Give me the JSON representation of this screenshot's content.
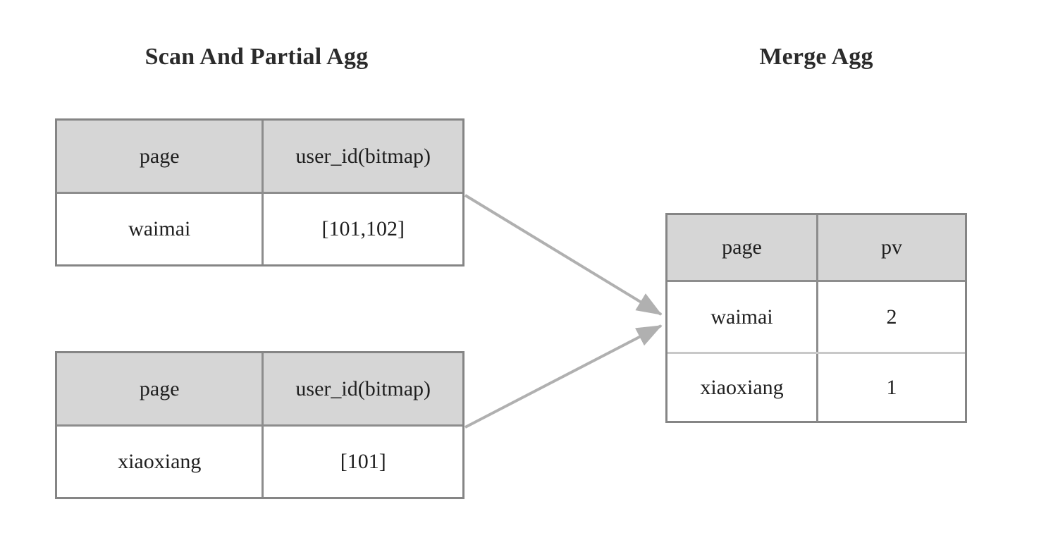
{
  "figure": {
    "background_color": "#ffffff",
    "border_color": "#858585",
    "header_fill": "#d6d6d6",
    "arrow_color": "#b0b0b0",
    "text_color": "#1f1f1f"
  },
  "stages": {
    "left": {
      "title": "Scan And Partial Agg",
      "tables": [
        {
          "name": "partial-agg-table-waimai",
          "columns": [
            "page",
            "user_id(bitmap)"
          ],
          "rows": [
            [
              "waimai",
              "[101,102]"
            ]
          ]
        },
        {
          "name": "partial-agg-table-xiaoxiang",
          "columns": [
            "page",
            "user_id(bitmap)"
          ],
          "rows": [
            [
              "xiaoxiang",
              "[101]"
            ]
          ]
        }
      ]
    },
    "right": {
      "title": "Merge Agg",
      "table": {
        "name": "merge-agg-table",
        "columns": [
          "page",
          "pv"
        ],
        "rows": [
          [
            "waimai",
            "2"
          ],
          [
            "xiaoxiang",
            "1"
          ]
        ]
      }
    }
  },
  "arrows": [
    {
      "name": "arrow-partial-0-to-merge",
      "from": "partial-agg-table-waimai",
      "to": "merge-agg-table"
    },
    {
      "name": "arrow-partial-1-to-merge",
      "from": "partial-agg-table-xiaoxiang",
      "to": "merge-agg-table"
    }
  ]
}
